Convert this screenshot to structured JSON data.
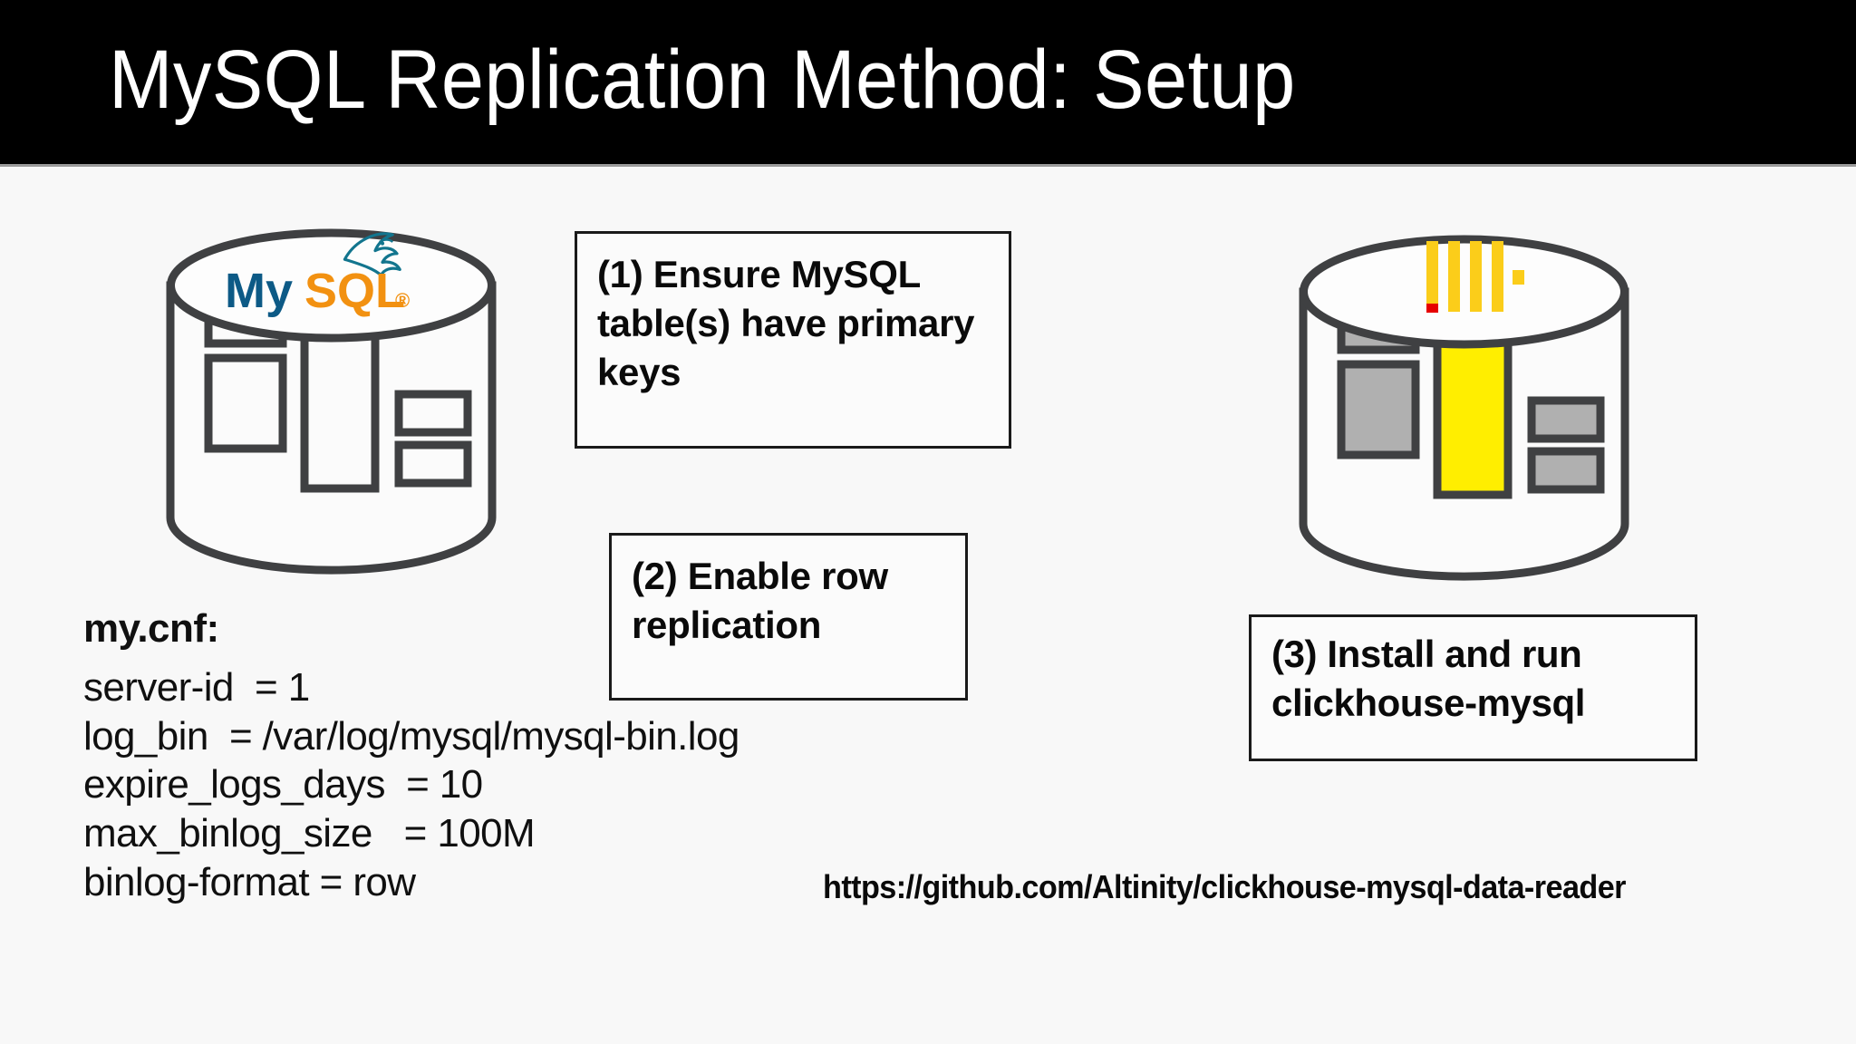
{
  "header": {
    "title": "MySQL Replication Method: Setup",
    "background_color": "#000000",
    "text_color": "#ffffff"
  },
  "canvas": {
    "background_color": "#f8f8f8"
  },
  "diagrams": {
    "mysql_database": {
      "label": "MySQL database cylinder",
      "logo_text_primary": "My",
      "logo_text_secondary": "SQL",
      "logo_trademark": "®",
      "logo_primary_color": "#0d5a86",
      "logo_secondary_color": "#f29111",
      "dolphin_color": "#12758e",
      "outline_color": "#3f4042",
      "block_fill": "none"
    },
    "clickhouse_database": {
      "label": "ClickHouse database cylinder",
      "outline_color": "#3f4042",
      "bar_color": "#fbcd1a",
      "accent_color": "#e60000",
      "block_fill": "#b0b0b0",
      "highlight_column_color": "#ffee00",
      "bar_count": 4
    }
  },
  "callouts": [
    {
      "number": "(1)",
      "text": "(1)  Ensure MySQL table(s) have primary keys"
    },
    {
      "number": "(2)",
      "text": "(2) Enable row replication"
    },
    {
      "number": "(3)",
      "text": "(3) Install and run clickhouse-mysql"
    }
  ],
  "mycnf": {
    "heading": "my.cnf:",
    "lines": [
      "server-id  = 1",
      "log_bin  = /var/log/mysql/mysql-bin.log",
      "expire_logs_days  = 10",
      "max_binlog_size   = 100M",
      "binlog-format = row"
    ]
  },
  "footer": {
    "url": "https://github.com/Altinity/clickhouse-mysql-data-reader"
  }
}
